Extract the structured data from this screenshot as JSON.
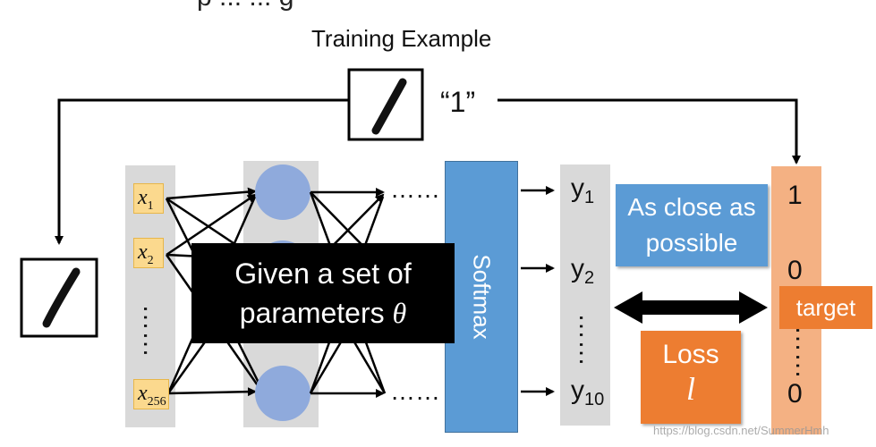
{
  "caption_partial": "p ... ... g",
  "training_label": "Training Example",
  "digit_label": "“1”",
  "inputs": {
    "x1_sym": "x",
    "x1_sub": "1",
    "x2_sym": "x",
    "x2_sub": "2",
    "x256_sym": "x",
    "x256_sub": "256"
  },
  "dots_h": "……",
  "softmax_label": "Softmax",
  "outputs": {
    "y1_sym": "y",
    "y1_sub": "1",
    "y2_sym": "y",
    "y2_sub": "2",
    "y10_sym": "y",
    "y10_sub": "10"
  },
  "close_box": {
    "line1": "As close as",
    "line2": "possible"
  },
  "loss_box": {
    "title": "Loss",
    "symbol": "l"
  },
  "target_values": [
    "1",
    "0",
    "0"
  ],
  "target_tag": "target",
  "given_box": {
    "line1": "Given a set of",
    "line2_text": "parameters ",
    "line2_symbol": "θ"
  },
  "watermark": "https://blog.csdn.net/SummerHmh",
  "colors": {
    "input_box": "#fbd98e",
    "softmax": "#5b9bd5",
    "close_box": "#5b9bd5",
    "loss_box": "#ed7d31",
    "target_column": "#f4b183",
    "neuron": "#8faadc",
    "column_bg": "#d9d9d9"
  }
}
